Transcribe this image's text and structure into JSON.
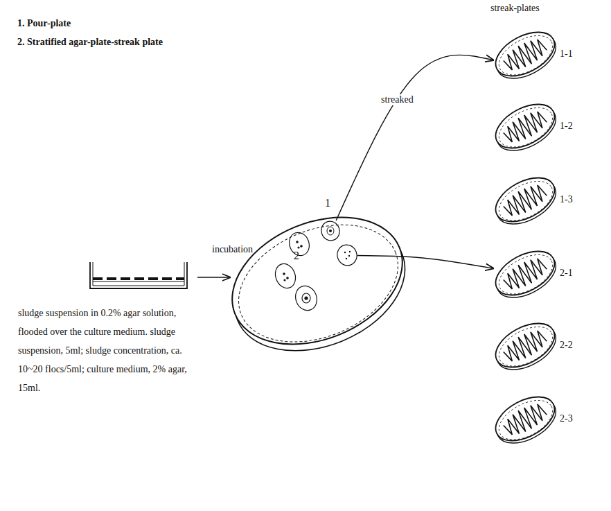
{
  "diagram": {
    "nodes": [
      {
        "text": [
          "sludge suspension in 0.2% agar solution, flooded over the culture medium. sludge suspension, 5ml; sludge concentration, ca. 10~20 flocs/5ml; culture medium, 2% agar, 15ml."
        ]
      },
      {
        "text": [
          "1"
        ]
      },
      {
        "text": [
          "2"
        ]
      },
      {
        "text": [
          "1-1"
        ]
      },
      {
        "text": [
          "1-2"
        ]
      },
      {
        "text": [
          "1-3"
        ]
      },
      {
        "text": [
          "2-1"
        ]
      },
      {
        "text": [
          "2-2"
        ]
      },
      {
        "text": [
          "2-3"
        ]
      }
    ],
    "edges": [
      {
        "from": 1,
        "to": 3,
        "arrow": "to",
        "label": "streaked"
      },
      {
        "from": 2,
        "to": 6,
        "arrow": "to"
      }
    ],
    "labels": [
      "1. Pour-plate",
      "2. Stratified agar-plate-streak plate",
      "streak-plates",
      "incubation"
    ]
  }
}
